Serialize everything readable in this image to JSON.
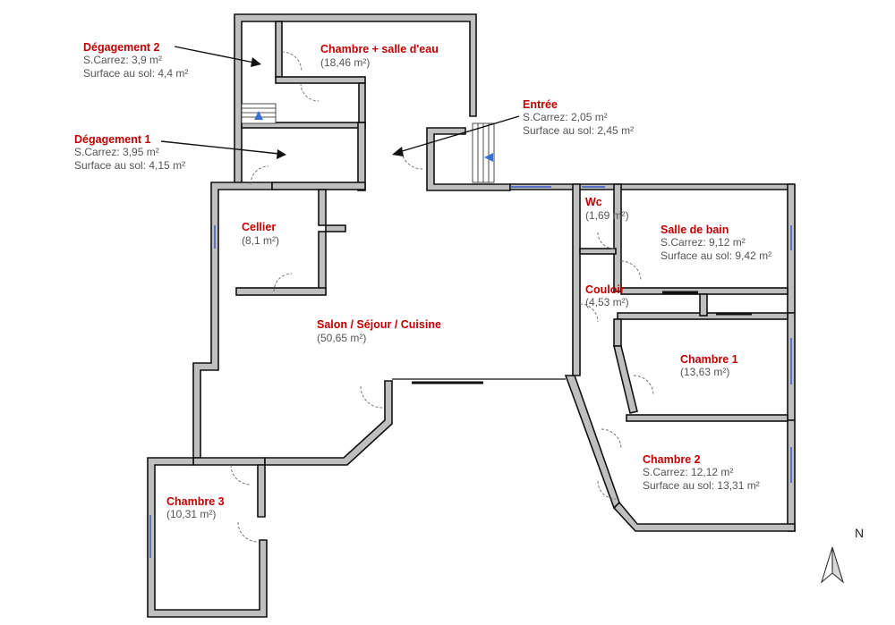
{
  "colors": {
    "room_name": "#c00000",
    "room_value": "#555555",
    "wall_fill": "#bfbfbf",
    "window": "#3b55c8",
    "stair_arrow": "#3b6fd8"
  },
  "compass": {
    "label": "N",
    "icon": "north-arrow-icon"
  },
  "rooms": [
    {
      "id": "chambre-salle-eau",
      "name": "Chambre + salle d'eau",
      "lines": [
        "(18,46 m²)"
      ]
    },
    {
      "id": "degagement-2",
      "name": "Dégagement 2",
      "lines": [
        "S.Carrez: 3,9 m²",
        "Surface au sol: 4,4 m²"
      ]
    },
    {
      "id": "degagement-1",
      "name": "Dégagement 1",
      "lines": [
        "S.Carrez: 3,95 m²",
        "Surface au sol: 4,15 m²"
      ]
    },
    {
      "id": "entree",
      "name": "Entrée",
      "lines": [
        "S.Carrez: 2,05 m²",
        "Surface au sol: 2,45 m²"
      ]
    },
    {
      "id": "cellier",
      "name": "Cellier",
      "lines": [
        "(8,1 m²)"
      ]
    },
    {
      "id": "wc",
      "name": "Wc",
      "lines": [
        "(1,69 m²)"
      ]
    },
    {
      "id": "salle-de-bain",
      "name": "Salle de bain",
      "lines": [
        "S.Carrez: 9,12 m²",
        "Surface au sol: 9,42 m²"
      ]
    },
    {
      "id": "couloir",
      "name": "Couloir",
      "lines": [
        "(4,53 m²)"
      ]
    },
    {
      "id": "salon",
      "name": "Salon / Séjour / Cuisine",
      "lines": [
        "(50,65 m²)"
      ]
    },
    {
      "id": "chambre-1",
      "name": "Chambre 1",
      "lines": [
        "(13,63 m²)"
      ]
    },
    {
      "id": "chambre-2",
      "name": "Chambre 2",
      "lines": [
        "S.Carrez: 12,12 m²",
        "Surface au sol: 13,31 m²"
      ]
    },
    {
      "id": "chambre-3",
      "name": "Chambre 3",
      "lines": [
        "(10,31 m²)"
      ]
    }
  ]
}
